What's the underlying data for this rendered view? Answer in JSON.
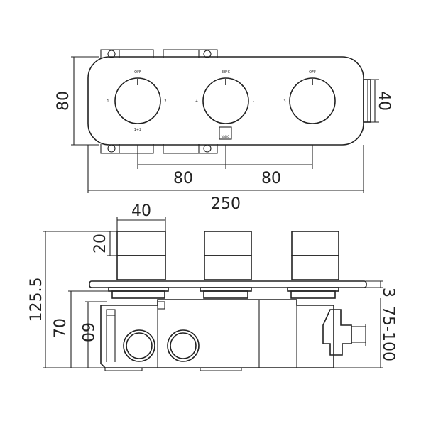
{
  "top_view": {
    "dims": {
      "height": "80",
      "depth": "40",
      "spacing_left": "80",
      "spacing_right": "80",
      "width": "250"
    },
    "dial_labels": {
      "dial1_top": "OFF",
      "dial1_left": "1",
      "dial1_right": "2",
      "dial1_bottom": "1+2",
      "dial2_top": "38°C",
      "dial2_left": "+",
      "dial2_right": "-",
      "dial3_top": "OFF",
      "dial3_left": "3"
    },
    "logo_text": "VADO"
  },
  "side_view": {
    "dims": {
      "handle_width": "40",
      "handle_height": "20",
      "overall_height": "125.5",
      "body_height_70": "70",
      "body_height_60": "60",
      "plate": "3",
      "wall_range": "75-100"
    }
  }
}
